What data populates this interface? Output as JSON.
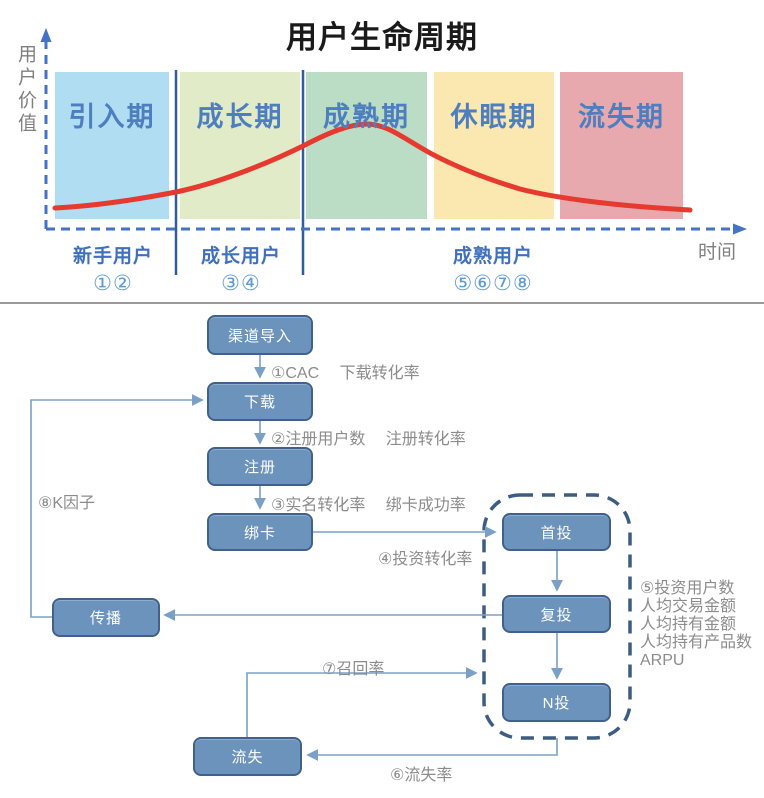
{
  "lifecycle": {
    "title": "用户生命周期",
    "y_axis_label": "用户价值",
    "x_axis_label": "时间",
    "phases": [
      {
        "label": "引入期",
        "color": "#b0ddf1"
      },
      {
        "label": "成长期",
        "color": "#e2ebc8"
      },
      {
        "label": "成熟期",
        "color": "#bcddc5"
      },
      {
        "label": "休眠期",
        "color": "#fbe7b0"
      },
      {
        "label": "流失期",
        "color": "#e7a9ae"
      }
    ],
    "segments": [
      {
        "label": "新手用户",
        "numbers": "①②"
      },
      {
        "label": "成长用户",
        "numbers": "③④"
      },
      {
        "label": "成熟用户",
        "numbers": "⑤⑥⑦⑧"
      }
    ],
    "curve_color": "#e6392f",
    "axis_color": "#4472c4"
  },
  "funnel": {
    "nodes": {
      "channel": "渠道导入",
      "download": "下载",
      "register": "注册",
      "bind_card": "绑卡",
      "first_invest": "首投",
      "repeat_invest": "复投",
      "n_invest": "N投",
      "spread": "传播",
      "churn": "流失"
    },
    "metrics": {
      "m1": "①CAC　 下载转化率",
      "m2": "②注册用户数　 注册转化率",
      "m3": "③实名转化率　 绑卡成功率",
      "m4": "④投资转化率",
      "m5_lines": [
        "⑤投资用户数",
        "人均交易金额",
        "人均持有金额",
        "人均持有产品数",
        "ARPU"
      ],
      "m6": "⑥流失率",
      "m7": "⑦召回率",
      "m8": "⑧K因子"
    },
    "node_fill": "#6b93bb",
    "node_border": "#3f618c",
    "line_color": "#7aa0c6"
  }
}
